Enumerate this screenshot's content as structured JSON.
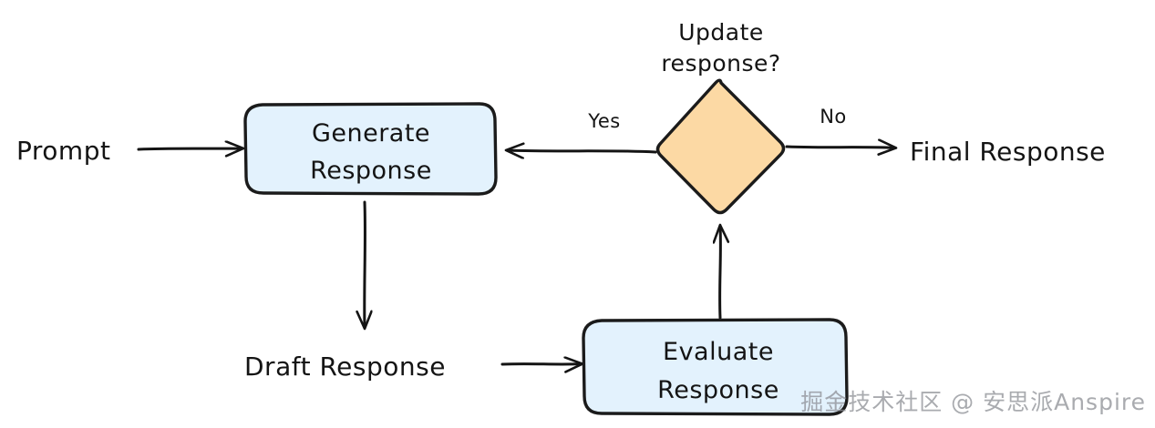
{
  "diagram": {
    "title": "Self-refinement response loop flowchart",
    "background_color": "#ffffff",
    "nodes": [
      {
        "id": "prompt",
        "type": "text",
        "label": "Prompt",
        "shape": "plain-text"
      },
      {
        "id": "generate",
        "type": "process",
        "label_line1": "Generate",
        "label_line2": "Response",
        "shape": "rounded-rectangle",
        "fill": "#E3F2FD",
        "stroke": "#1b1b1b"
      },
      {
        "id": "draft",
        "type": "text",
        "label": "Draft Response",
        "shape": "plain-text"
      },
      {
        "id": "evaluate",
        "type": "process",
        "label_line1": "Evaluate",
        "label_line2": "Response",
        "shape": "rounded-rectangle",
        "fill": "#E3F2FD",
        "stroke": "#1b1b1b"
      },
      {
        "id": "decision",
        "type": "decision",
        "caption_line1": "Update",
        "caption_line2": "response?",
        "shape": "diamond",
        "fill": "#FCD9A4",
        "stroke": "#1b1b1b"
      },
      {
        "id": "final",
        "type": "text",
        "label": "Final Response",
        "shape": "plain-text"
      }
    ],
    "edges": [
      {
        "id": "prompt-to-generate",
        "from": "prompt",
        "to": "generate",
        "label": ""
      },
      {
        "id": "generate-to-draft",
        "from": "generate",
        "to": "draft",
        "label": ""
      },
      {
        "id": "draft-to-evaluate",
        "from": "draft",
        "to": "evaluate",
        "label": ""
      },
      {
        "id": "evaluate-to-decision",
        "from": "evaluate",
        "to": "decision",
        "label": ""
      },
      {
        "id": "decision-to-generate",
        "from": "decision",
        "to": "generate",
        "label": "Yes"
      },
      {
        "id": "decision-to-final",
        "from": "decision",
        "to": "final",
        "label": "No"
      }
    ],
    "watermark": "掘金技术社区 @ 安思派Anspire"
  }
}
